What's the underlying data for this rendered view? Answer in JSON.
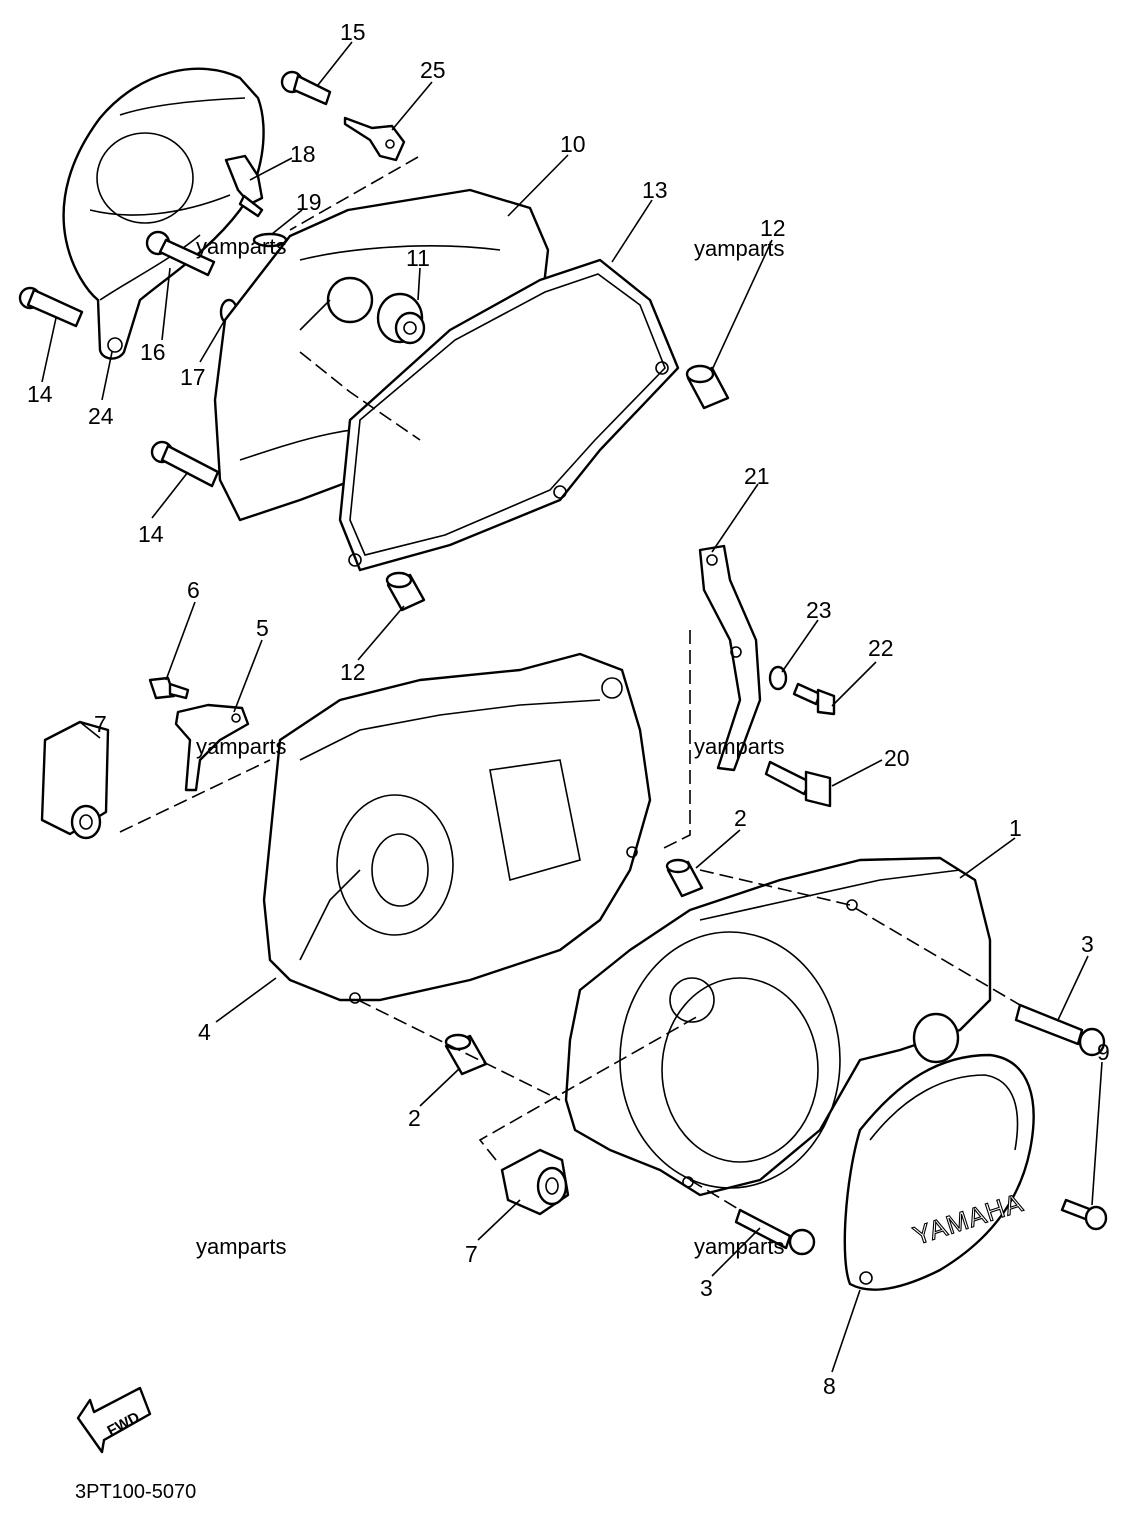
{
  "diagram_code": "3PT100-5070",
  "watermark": "yamparts",
  "fwd_label": "FWD",
  "logo_text": "YAMAHA",
  "callouts": [
    {
      "id": "c15",
      "label": "15"
    },
    {
      "id": "c25",
      "label": "25"
    },
    {
      "id": "c18",
      "label": "18"
    },
    {
      "id": "c10",
      "label": "10"
    },
    {
      "id": "c13",
      "label": "13"
    },
    {
      "id": "c19",
      "label": "19"
    },
    {
      "id": "c11",
      "label": "11"
    },
    {
      "id": "c12a",
      "label": "12"
    },
    {
      "id": "c16",
      "label": "16"
    },
    {
      "id": "c17",
      "label": "17"
    },
    {
      "id": "c14a",
      "label": "14"
    },
    {
      "id": "c24",
      "label": "24"
    },
    {
      "id": "c14b",
      "label": "14"
    },
    {
      "id": "c21",
      "label": "21"
    },
    {
      "id": "c23",
      "label": "23"
    },
    {
      "id": "c22",
      "label": "22"
    },
    {
      "id": "c6",
      "label": "6"
    },
    {
      "id": "c5",
      "label": "5"
    },
    {
      "id": "c12b",
      "label": "12"
    },
    {
      "id": "c7a",
      "label": "7"
    },
    {
      "id": "c20",
      "label": "20"
    },
    {
      "id": "c1",
      "label": "1"
    },
    {
      "id": "c2a",
      "label": "2"
    },
    {
      "id": "c3a",
      "label": "3"
    },
    {
      "id": "c4",
      "label": "4"
    },
    {
      "id": "c2b",
      "label": "2"
    },
    {
      "id": "c9",
      "label": "9"
    },
    {
      "id": "c7b",
      "label": "7"
    },
    {
      "id": "c3b",
      "label": "3"
    },
    {
      "id": "c8",
      "label": "8"
    }
  ]
}
